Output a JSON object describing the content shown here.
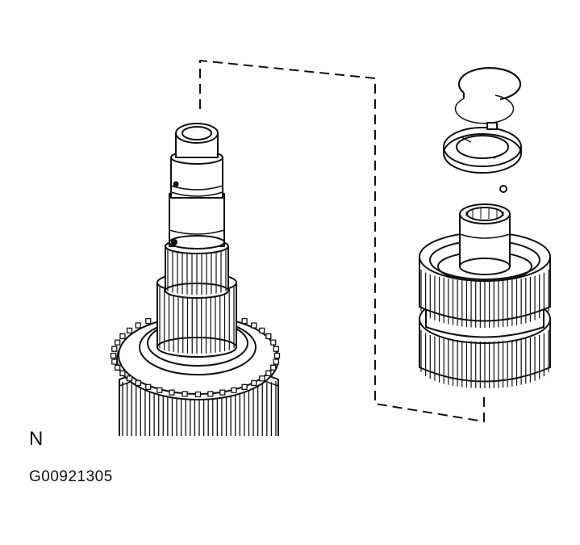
{
  "diagram": {
    "view_label": "N",
    "figure_code": "G00921305",
    "colors": {
      "ink": "#111111",
      "background": "#ffffff"
    },
    "parts": [
      "mainshaft-assembly",
      "gear-pack",
      "shim",
      "snap-ring",
      "ball",
      "guide-line"
    ]
  }
}
